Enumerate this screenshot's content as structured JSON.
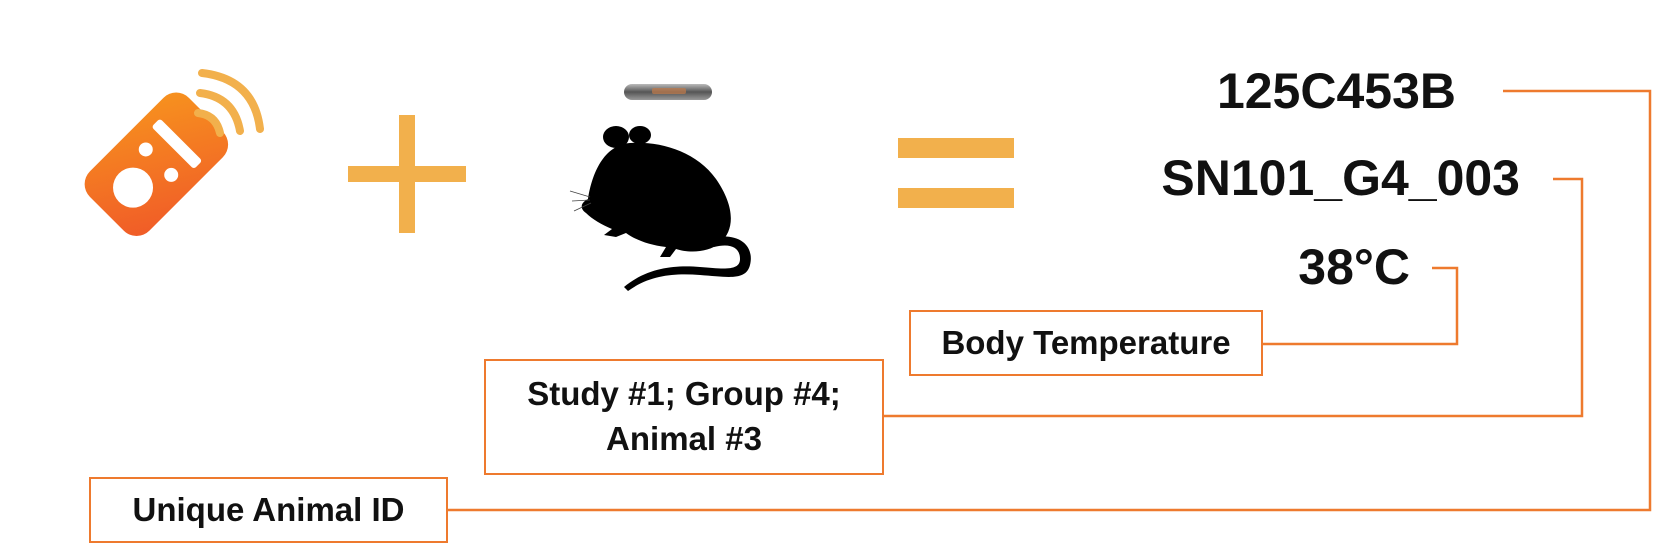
{
  "values": {
    "rfid_code": "125C453B",
    "sample_name": "SN101_G4_003",
    "temperature": "38°C"
  },
  "labels": {
    "body_temperature": "Body Temperature",
    "study_group_line1": "Study #1; Group #4;",
    "study_group_line2": "Animal #3",
    "unique_id": "Unique Animal ID"
  },
  "icons": {
    "reader": "rfid-reader-icon",
    "plus": "plus-icon",
    "chip": "microchip-icon",
    "mouse": "mouse-silhouette-icon",
    "equals": "equals-icon"
  },
  "colors": {
    "connector": "#ee7a2e",
    "operator": "#f2b04c",
    "reader_gradient_start": "#f05a28",
    "reader_gradient_end": "#f7931e",
    "text": "#111111"
  }
}
